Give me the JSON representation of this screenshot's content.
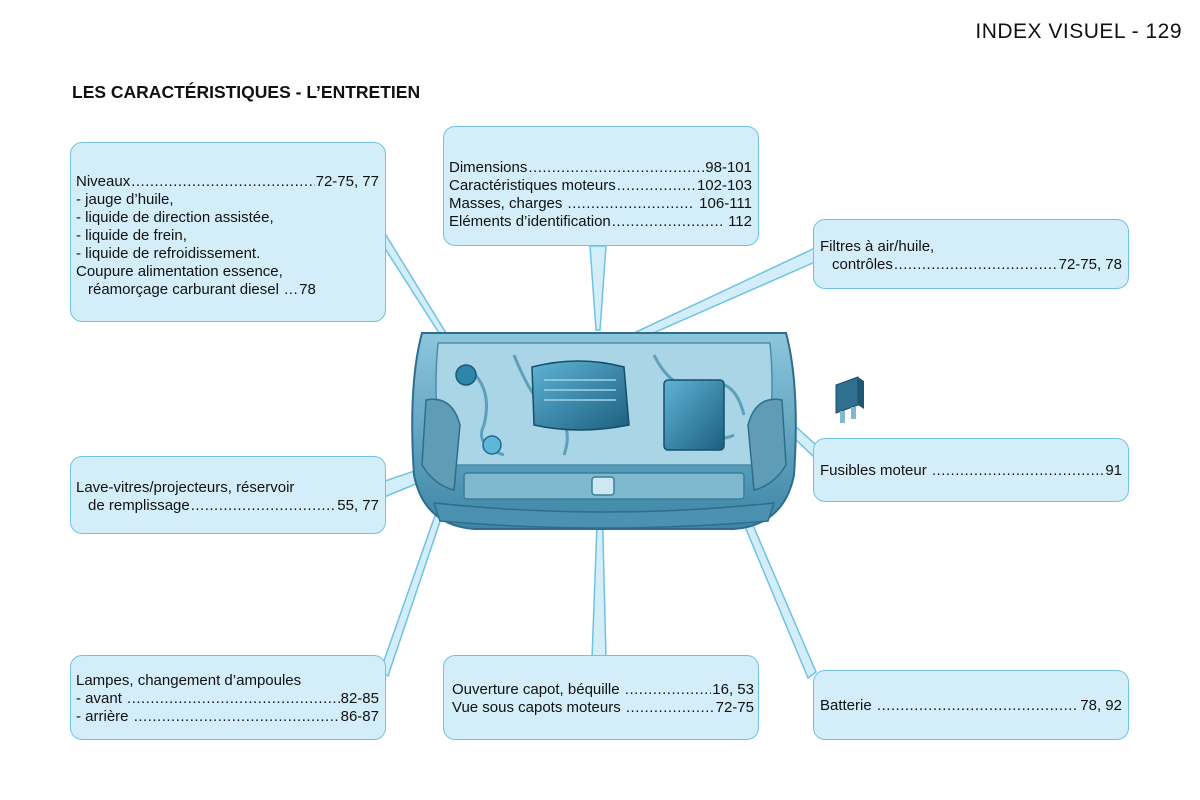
{
  "header": {
    "text": "INDEX VISUEL - 129"
  },
  "section": {
    "title": "LES CARACTÉRISTIQUES - L’ENTRETIEN"
  },
  "callouts": {
    "niveaux": {
      "row1": {
        "label": "Niveaux",
        "pages": "72-75, 77"
      },
      "items": [
        "- jauge d’huile,",
        "- liquide de direction assistée,",
        "- liquide de frein,",
        "- liquide de refroidissement."
      ],
      "line_coupure": "Coupure alimentation essence,",
      "row2": {
        "label": "réamorçage carburant diesel ",
        "pages": "78"
      }
    },
    "dimensions": {
      "rows": [
        {
          "label": "Dimensions",
          "pages": "98-101"
        },
        {
          "label": "Caractéristiques moteurs",
          "pages": "102-103"
        },
        {
          "label": "Masses, charges ",
          "pages": " 106-111"
        },
        {
          "label": "Eléments d’identification",
          "pages": " 112"
        }
      ]
    },
    "filtres": {
      "line1": "Filtres à air/huile,",
      "row": {
        "label": "contrôles",
        "pages": "72-75, 78"
      }
    },
    "lavevitres": {
      "line1": "Lave-vitres/projecteurs, réservoir",
      "row": {
        "label": "de remplissage",
        "pages": "55, 77"
      }
    },
    "fusibles": {
      "row": {
        "label": "Fusibles moteur ",
        "pages": "91"
      }
    },
    "lampes": {
      "line1": "Lampes, changement d’ampoules",
      "rows": [
        {
          "label": "- avant ",
          "pages": "82-85"
        },
        {
          "label": "- arrière ",
          "pages": "86-87"
        }
      ]
    },
    "ouverture": {
      "rows": [
        {
          "label": "Ouverture capot, béquille ",
          "pages": "16, 53"
        },
        {
          "label": "Vue sous capots moteurs ",
          "pages": "72-75"
        }
      ]
    },
    "batterie": {
      "row": {
        "label": "Batterie ",
        "pages": "78, 92"
      }
    }
  },
  "colors": {
    "callout_fill": "#d3eef8",
    "callout_border": "#6ec3e4",
    "engine_tint": "#3f8fb0"
  },
  "images": {
    "engine": "car-engine-bay-illustration",
    "fuse": "fuse-icon"
  }
}
